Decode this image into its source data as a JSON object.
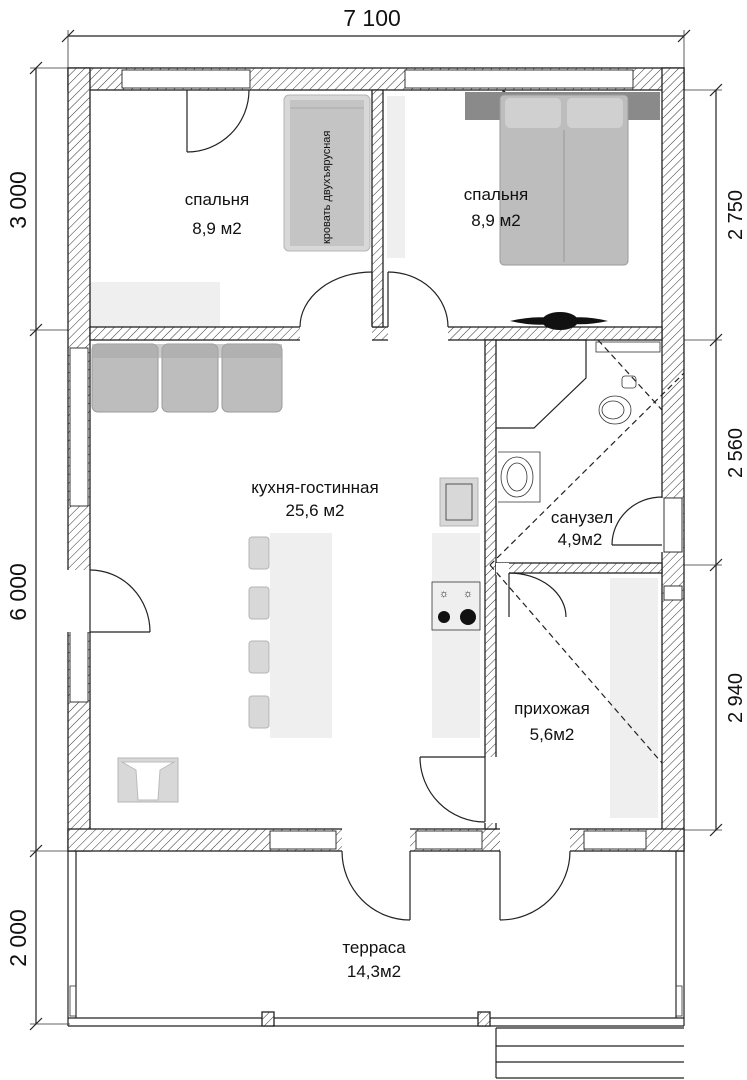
{
  "dimensions": {
    "overall_width": "7 100",
    "left_top": "3 000",
    "left_middle": "6 000",
    "left_bottom": "2 000",
    "right_top": "2 750",
    "right_middle": "2 560",
    "right_bottom": "2 940"
  },
  "rooms": {
    "bedroom_left": {
      "name": "спальня",
      "area": "8,9 м2"
    },
    "bedroom_right": {
      "name": "спальня",
      "area": "8,9 м2"
    },
    "living": {
      "name": "кухня-гостинная",
      "area": "25,6 м2"
    },
    "bathroom": {
      "name": "санузел",
      "area": "4,9м2"
    },
    "hall": {
      "name": "прихожая",
      "area": "5,6м2"
    },
    "terrace": {
      "name": "терраса",
      "area": "14,3м2"
    }
  },
  "furniture": {
    "bunk_bed_label": "кровать двухъярусная"
  }
}
